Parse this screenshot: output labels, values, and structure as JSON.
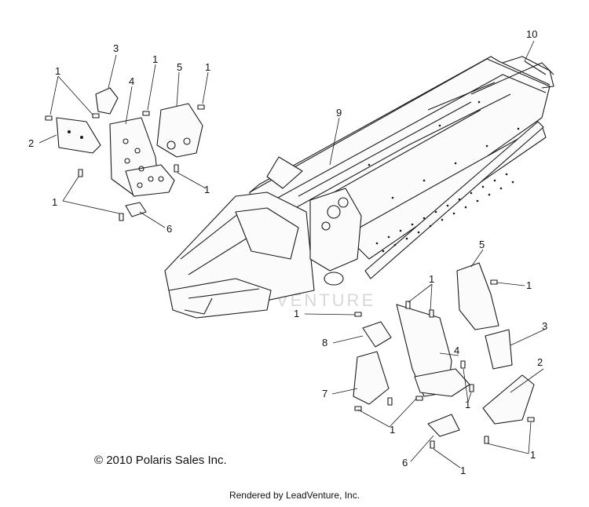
{
  "footer": {
    "copyright": "© 2010 Polaris Sales Inc.",
    "rendered_by": "Rendered by LeadVenture, Inc."
  },
  "watermark": {
    "text": "VENTURE"
  },
  "callouts": [
    "1",
    "1",
    "1",
    "1",
    "1",
    "1",
    "1",
    "1",
    "1",
    "1",
    "1",
    "1",
    "2",
    "2",
    "3",
    "3",
    "4",
    "4",
    "5",
    "5",
    "6",
    "6",
    "7",
    "8",
    "9",
    "10"
  ]
}
